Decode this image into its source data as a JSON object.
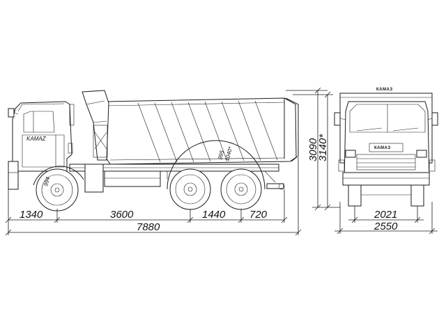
{
  "side_view": {
    "length_dimensions": {
      "front_overhang": "1340",
      "wheelbase_1": "3600",
      "bogie_spacing": "1440",
      "rear_overhang": "720",
      "overall_length": "7880"
    },
    "height_dimensions": {
      "overall_height": "3090",
      "overall_height_alt": "3140*"
    },
    "small_labels": {
      "front_wheel": "994",
      "body_floor_1": "995",
      "body_floor_2": "1040*"
    }
  },
  "front_view": {
    "brand_label": "КАМАЗ",
    "track_width": "2021",
    "overall_width": "2550"
  }
}
